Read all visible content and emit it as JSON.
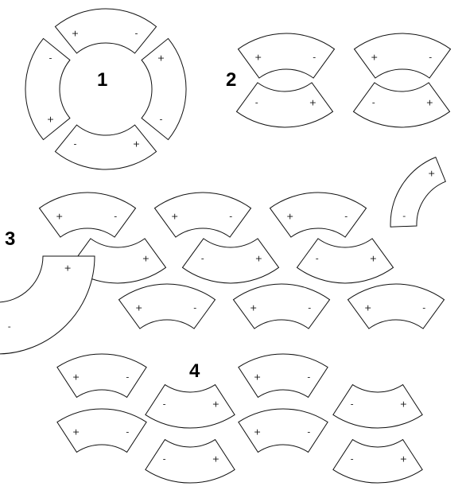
{
  "diagram": {
    "plus": "+",
    "minus": "-",
    "groups": [
      {
        "label": "1",
        "description_visible": false
      },
      {
        "label": "2",
        "description_visible": false
      },
      {
        "label": "3",
        "description_visible": false
      },
      {
        "label": "4",
        "description_visible": false
      }
    ]
  },
  "colors": {
    "stroke": "#111111",
    "fill": "#ffffff"
  }
}
